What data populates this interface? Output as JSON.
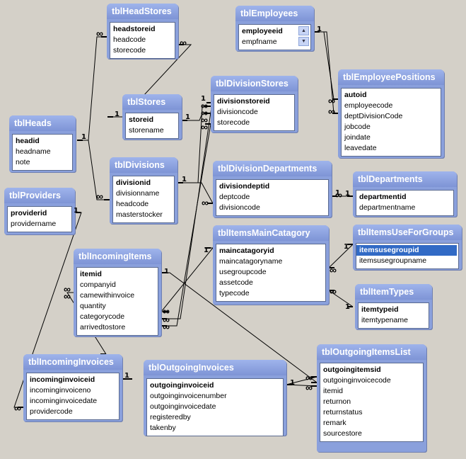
{
  "tables": {
    "tblHeadStores": {
      "title": "tblHeadStores",
      "fields": [
        "headstoreid",
        "headcode",
        "storecode"
      ]
    },
    "tblEmployees": {
      "title": "tblEmployees",
      "fields": [
        "employeeid",
        "empfname"
      ]
    },
    "tblStores": {
      "title": "tblStores",
      "fields": [
        "storeid",
        "storename"
      ]
    },
    "tblDivisionStores": {
      "title": "tblDivisionStores",
      "fields": [
        "divisionstoreid",
        "divisioncode",
        "storecode"
      ]
    },
    "tblEmployeePositions": {
      "title": "tblEmployeePositions",
      "fields": [
        "autoid",
        "employeecode",
        "deptDivisionCode",
        "jobcode",
        "joindate",
        "leavedate"
      ]
    },
    "tblHeads": {
      "title": "tblHeads",
      "fields": [
        "headid",
        "headname",
        "note"
      ]
    },
    "tblDivisions": {
      "title": "tblDivisions",
      "fields": [
        "divisionid",
        "divisionname",
        "headcode",
        "masterstocker"
      ]
    },
    "tblDivisionDepartments": {
      "title": "tblDivisionDepartments",
      "fields": [
        "divisiondeptid",
        "deptcode",
        "divisioncode"
      ]
    },
    "tblDepartments": {
      "title": "tblDepartments",
      "fields": [
        "departmentid",
        "departmentname"
      ]
    },
    "tblProviders": {
      "title": "tblProviders",
      "fields": [
        "providerid",
        "providername"
      ]
    },
    "tblItemsMainCatagory": {
      "title": "tblItemsMainCatagory",
      "fields": [
        "maincatagoryid",
        "maincatagoryname",
        "usegroupcode",
        "assetcode",
        "typecode"
      ]
    },
    "tblItemsUseForGroups": {
      "title": "tblItemsUseForGroups",
      "fields": [
        "itemsusegroupid",
        "itemsusegroupname"
      ]
    },
    "tblIncomingItems": {
      "title": "tblIncomingItems",
      "fields": [
        "itemid",
        "companyid",
        "camewithinvoice",
        "quantity",
        "categorycode",
        "arrivedtostore"
      ]
    },
    "tblItemTypes": {
      "title": "tblItemTypes",
      "fields": [
        "itemtypeid",
        "itemtypename"
      ]
    },
    "tblIncomingInvoices": {
      "title": "tblIncomingInvoices",
      "fields": [
        "incominginvoiceid",
        "incominginvoiceno",
        "incominginvoicedate",
        "providercode"
      ]
    },
    "tblOutgoingInvoices": {
      "title": "tblOutgoingInvoices",
      "fields": [
        "outgoinginvoiceid",
        "outgoinginvoicenumber",
        "outgoinginvoicedate",
        "registeredby",
        "takenby"
      ]
    },
    "tblOutgoingItemsList": {
      "title": "tblOutgoingItemsList",
      "fields": [
        "outgoingitemsid",
        "outgoinginvoicecode",
        "itemid",
        "returnon",
        "returnstatus",
        "remark",
        "sourcestore"
      ]
    }
  },
  "relationship_one_label": "1",
  "relationship_many_label": "∞",
  "scroll_up_icon": "scroll-up-icon",
  "scroll_down_icon": "scroll-down-icon"
}
